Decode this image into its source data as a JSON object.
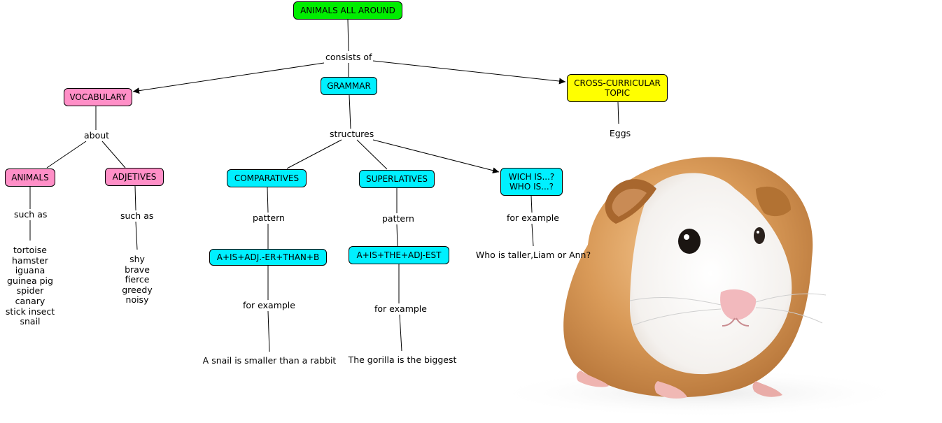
{
  "map": {
    "root": "ANIMALS ALL AROUND",
    "root_link": "consists of",
    "vocabulary": {
      "label": "VOCABULARY",
      "link": "about",
      "animals": {
        "label": "ANIMALS",
        "link": "such as",
        "examples": "tortoise\nhamster\niguana\nguinea pig\nspider\ncanary\nstick insect\nsnail"
      },
      "adjectives": {
        "label": "ADJETIVES",
        "link": "such as",
        "examples": "shy\nbrave\nfierce\ngreedy\nnoisy"
      }
    },
    "grammar": {
      "label": "GRAMMAR",
      "link": "structures",
      "comparatives": {
        "label": "COMPARATIVES",
        "link": "pattern",
        "pattern": "A+IS+ADJ.-ER+THAN+B",
        "example_link": "for example",
        "example": "A snail is smaller than a rabbit"
      },
      "superlatives": {
        "label": "SUPERLATIVES",
        "link": "pattern",
        "pattern": "A+IS+THE+ADJ-EST",
        "example_link": "for example",
        "example": "The gorilla is the biggest"
      },
      "questions": {
        "label": "WICH IS...?\nWHO IS...?",
        "link": "for example",
        "example": "Who is taller,Liam or Ann?"
      }
    },
    "cross": {
      "label": "CROSS-CURRICULAR\nTOPIC",
      "example": "Eggs"
    }
  },
  "colors": {
    "root": "#00ee00",
    "vocabulary": "#ff8fc7",
    "grammar": "#00f0ff",
    "cross": "#ffff00"
  },
  "image": {
    "name": "guinea-pig-illustration"
  }
}
